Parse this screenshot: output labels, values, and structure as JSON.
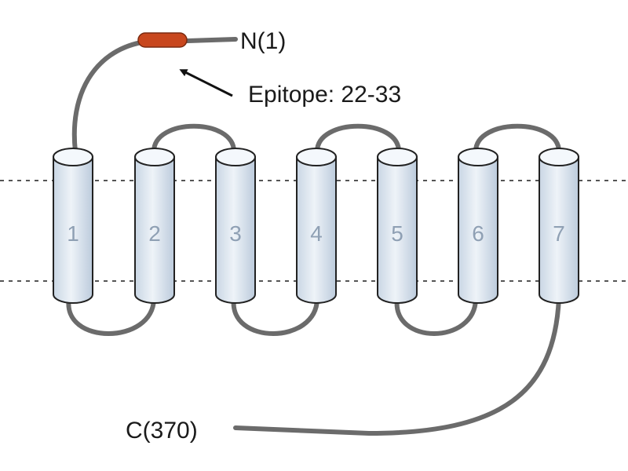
{
  "labels": {
    "n_terminus": "N(1)",
    "c_terminus": "C(370)",
    "epitope": "Epitope: 22-33"
  },
  "helices": [
    {
      "label": "1"
    },
    {
      "label": "2"
    },
    {
      "label": "3"
    },
    {
      "label": "4"
    },
    {
      "label": "5"
    },
    {
      "label": "6"
    },
    {
      "label": "7"
    }
  ],
  "colors": {
    "epitope": "#c8471e",
    "helix_fill": "#dde7f1",
    "helix_number": "#8fa0b4",
    "loop": "#6b6b6b"
  }
}
